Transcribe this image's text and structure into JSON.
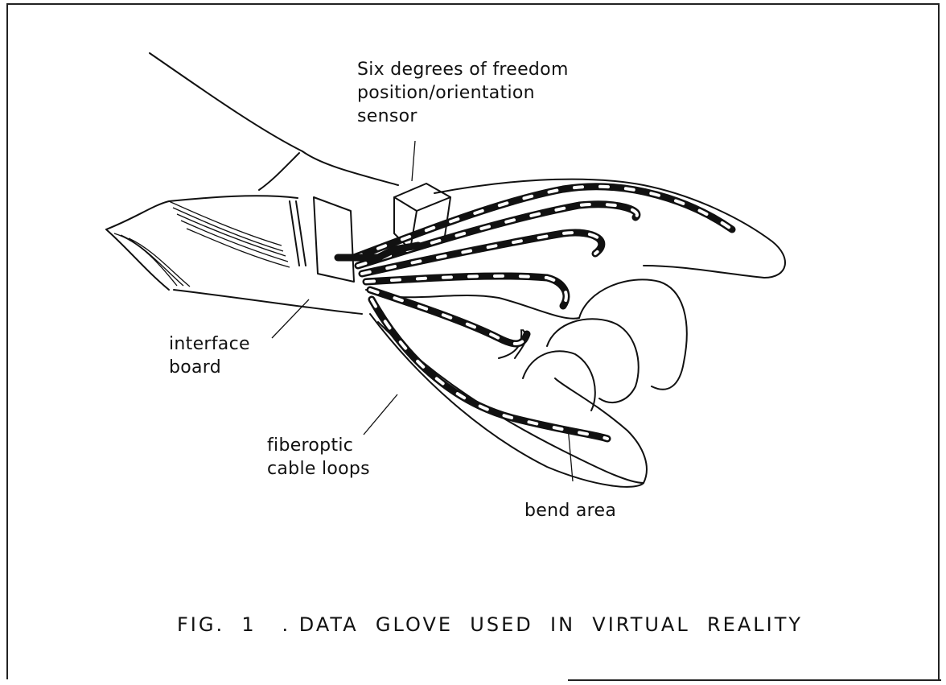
{
  "figure": {
    "labels": {
      "sensor": [
        "Six degrees of freedom",
        "position/orientation",
        "sensor"
      ],
      "interface_board": [
        "interface",
        "board"
      ],
      "fiberoptic": [
        "fiberoptic",
        "cable loops"
      ],
      "bend_area": "bend area"
    },
    "caption": "FIG.  1   . DATA  GLOVE  USED  IN  VIRTUAL  REALITY"
  }
}
